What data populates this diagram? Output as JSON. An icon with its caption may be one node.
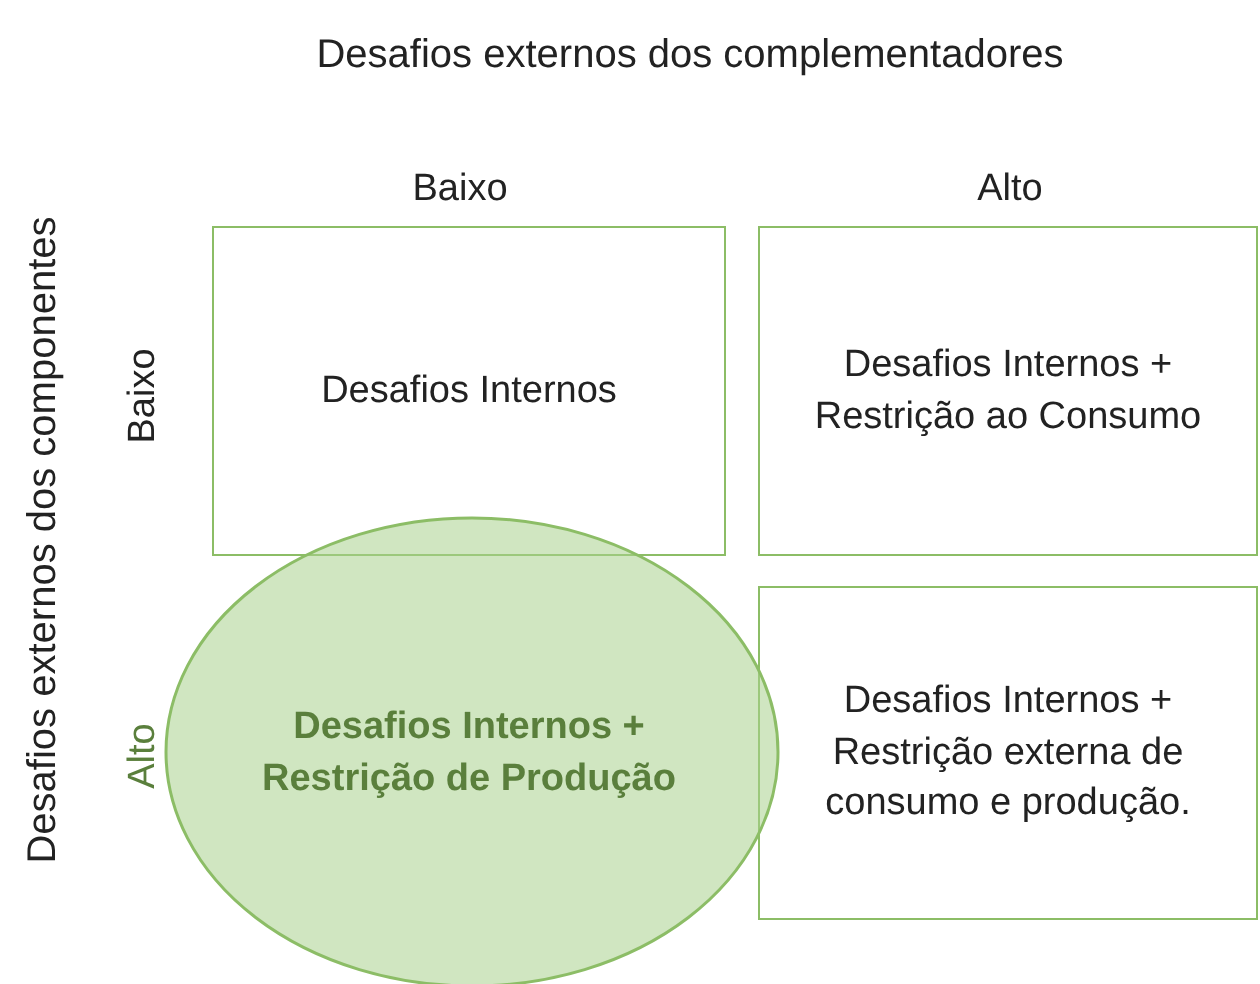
{
  "diagram": {
    "title": "Desafios externos dos complementadores",
    "nodes": [
      {
        "text": [
          "Desafios Internos"
        ]
      },
      {
        "text": [
          "Desafios Internos + Restrição ao Consumo"
        ]
      },
      {
        "text": [
          "Desafios Internos + Restrição de Produção"
        ]
      },
      {
        "text": [
          "Desafios Internos + Restrição externa de consumo e produção."
        ]
      }
    ],
    "labels": [
      "Baixo",
      "Alto",
      "Desafios externos dos componentes",
      "Baixo",
      "Alto"
    ]
  }
}
